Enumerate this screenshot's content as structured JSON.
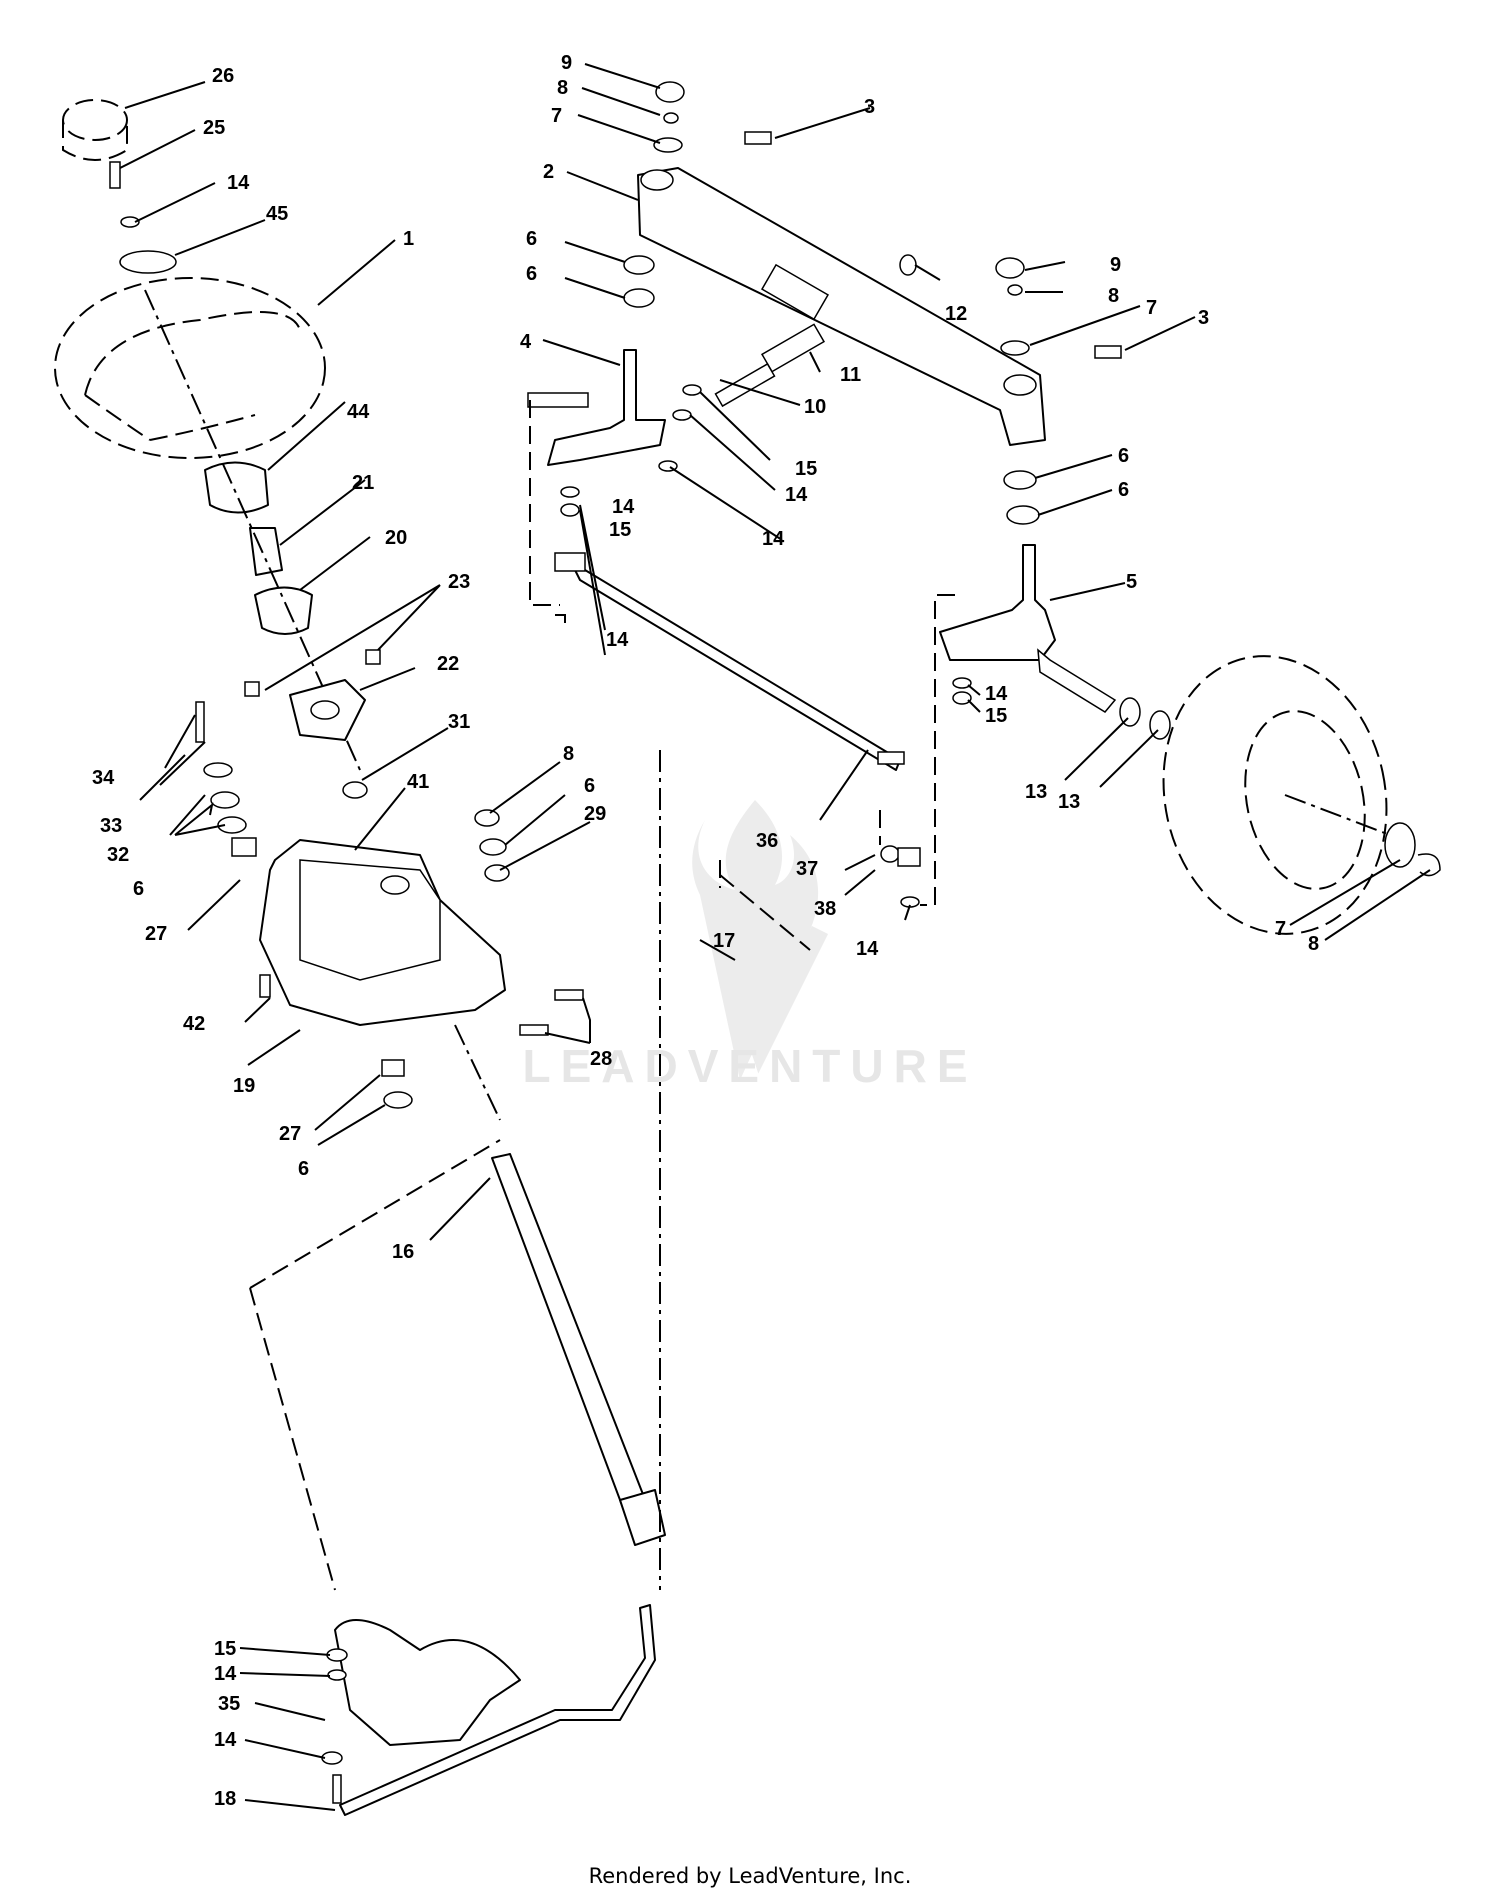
{
  "watermark": {
    "text": "LEADVENTURE"
  },
  "footer": {
    "text": "Rendered by LeadVenture, Inc."
  },
  "callouts": [
    "26",
    "25",
    "14",
    "45",
    "1",
    "44",
    "21",
    "20",
    "23",
    "22",
    "34",
    "33",
    "32",
    "6",
    "31",
    "41",
    "8",
    "6",
    "29",
    "27",
    "42",
    "19",
    "28",
    "27",
    "6",
    "16",
    "9",
    "8",
    "7",
    "3",
    "2",
    "6",
    "6",
    "4",
    "12",
    "9",
    "8",
    "7",
    "3",
    "11",
    "10",
    "15",
    "14",
    "14",
    "15",
    "14",
    "6",
    "6",
    "5",
    "14",
    "14",
    "15",
    "13",
    "13",
    "7",
    "8",
    "36",
    "37",
    "38",
    "17",
    "14",
    "15",
    "14",
    "35",
    "14",
    "18"
  ]
}
